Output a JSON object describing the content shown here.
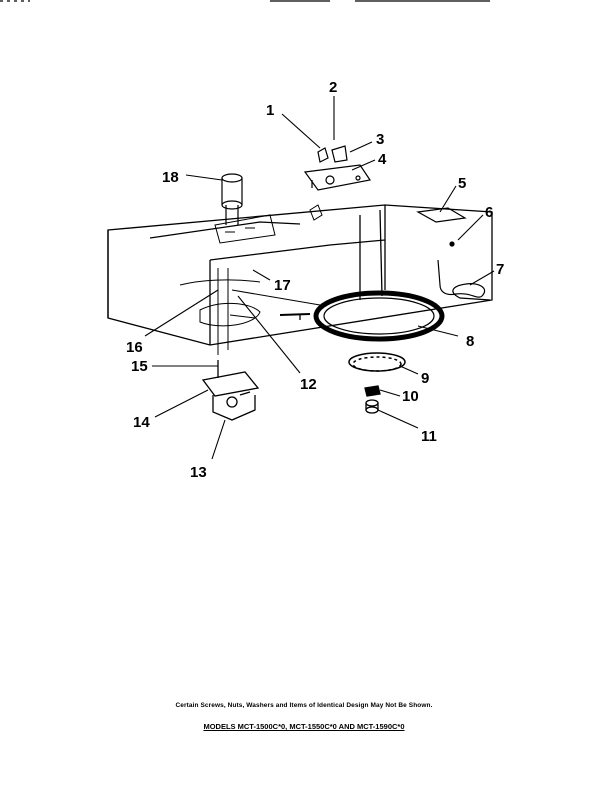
{
  "diagram": {
    "callouts": [
      "1",
      "2",
      "3",
      "4",
      "5",
      "6",
      "7",
      "8",
      "9",
      "10",
      "11",
      "12",
      "13",
      "14",
      "15",
      "16",
      "17",
      "18"
    ]
  },
  "footer": {
    "note": "Certain Screws, Nuts, Washers and Items of Identical Design May Not Be Shown.",
    "models": "MODELS MCT-1500C*0, MCT-1550C*0 AND MCT-1590C*0"
  }
}
